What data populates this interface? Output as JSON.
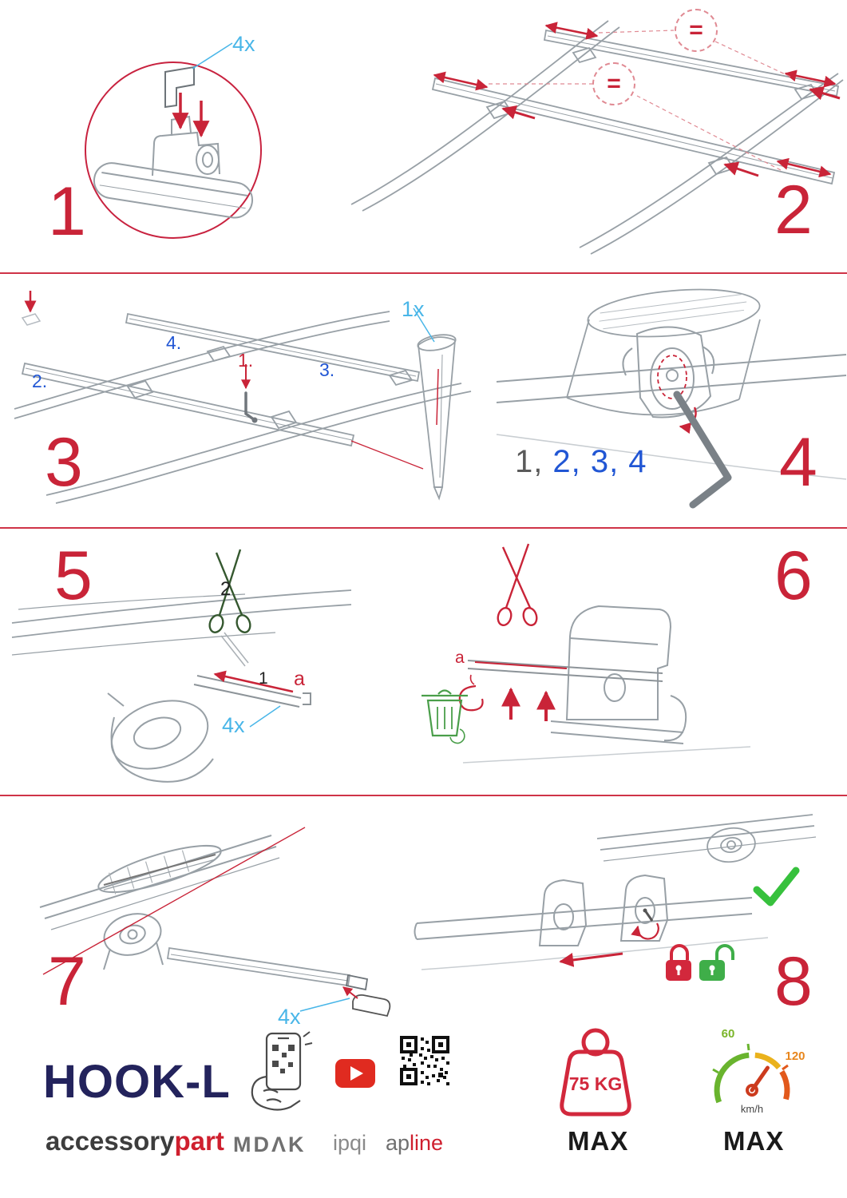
{
  "steps": {
    "s1": {
      "number": "1",
      "qty": "4x"
    },
    "s2": {
      "number": "2",
      "equal1": "=",
      "equal2": "="
    },
    "s3": {
      "number": "3",
      "qty": "1x",
      "sub1": "1.",
      "sub2": "2.",
      "sub3": "3.",
      "sub4": "4."
    },
    "s4": {
      "number": "4",
      "seq_done": "1,",
      "seq_todo": "2, 3, 4"
    },
    "s5": {
      "number": "5",
      "cut_label": "2",
      "insert_label": "1",
      "dim_label": "a",
      "qty": "4x"
    },
    "s6": {
      "number": "6",
      "dim_label": "a"
    },
    "s7": {
      "number": "7",
      "qty": "4x"
    },
    "s8": {
      "number": "8"
    }
  },
  "footer": {
    "product": "HOOK-L",
    "brand_gray": "accessory",
    "brand_red": "part",
    "logo1": "MDΛK",
    "logo2": "ipqi",
    "logo3_gray": "ap",
    "logo3_red": "line",
    "weight": "75 KG",
    "weight_max": "MAX",
    "speed_low": "60",
    "speed_high": "120",
    "speed_unit": "km/h",
    "speed_max": "MAX"
  },
  "colors": {
    "accent_red": "#c92438",
    "label_blue": "#49b6e8",
    "substep_blue": "#2156d4",
    "green": "#3fae49",
    "navy": "#23235c",
    "lineart_gray": "#98a0a6"
  },
  "icons": {
    "magnifier-circle": "red detail circle",
    "equal-badge": "dashed circle with =",
    "scissors-green": "cut here (step 5)",
    "scissors-red": "cut here (step 6)",
    "trash-recycle": "discard cut-off",
    "allen-key": "hex key tool",
    "checkmark": "correct result",
    "padlock-closed": "locked (red)",
    "padlock-open": "unlocked (green)",
    "phone-qr": "scan with phone",
    "youtube": "video tutorial",
    "qr-code": "instruction QR",
    "weight-max": "75 kg max load",
    "speedometer-max": "max speed gauge"
  }
}
